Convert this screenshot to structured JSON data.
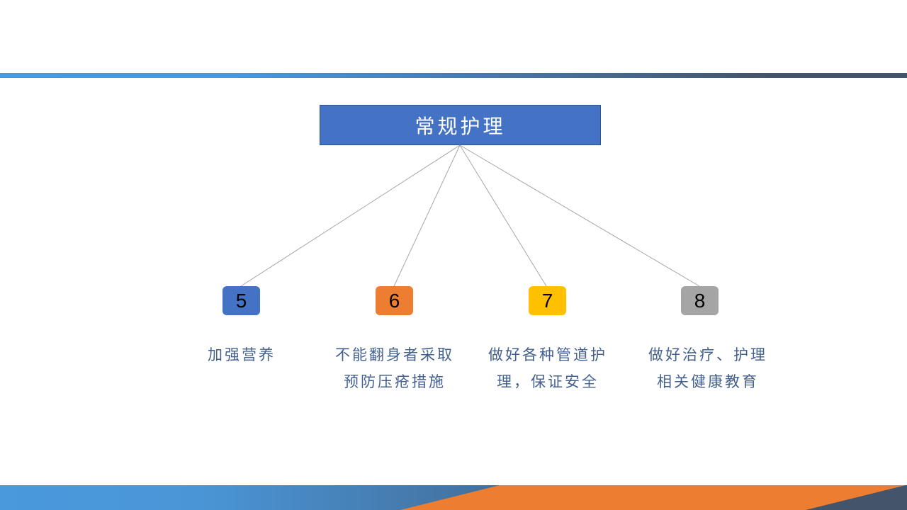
{
  "slide": {
    "title": "常规护理",
    "colors": {
      "title_fill": "#4472C4",
      "title_border": "#2F528F",
      "line": "#A6A6A6",
      "label_text": "#44608E",
      "band_blue": "#4A98DB",
      "band_orange": "#ED7D31",
      "band_dark": "#44546A"
    },
    "items": [
      {
        "number": "5",
        "color": "#4472C4",
        "line1": "加强营养",
        "line2": ""
      },
      {
        "number": "6",
        "color": "#ED7D31",
        "line1": "不能翻身者采取",
        "line2": "预防压疮措施"
      },
      {
        "number": "7",
        "color": "#FFC000",
        "line1": "做好各种管道护",
        "line2": "理，保证安全"
      },
      {
        "number": "8",
        "color": "#A5A5A5",
        "line1": "做好治疗、护理",
        "line2": "相关健康教育"
      }
    ]
  }
}
